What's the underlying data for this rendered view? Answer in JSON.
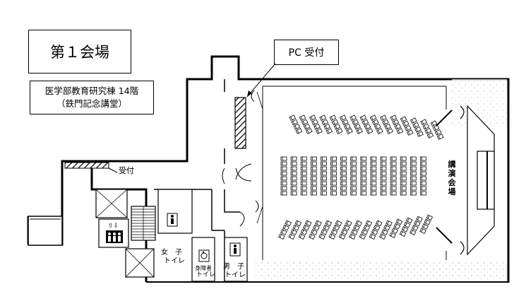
{
  "venue_title": "第１会場",
  "building_line1": "医学部教育研究棟 14階",
  "building_line2": "（鉄門記念講堂）",
  "pc_reception_label": "PC 受付",
  "reception_label": "受付",
  "stage_label": "講演会場",
  "womens_restroom_label_1": "女　子",
  "womens_restroom_label_2": "トイレ",
  "accessible_restroom_label_1": "身障者",
  "accessible_restroom_label_2": "トイレ",
  "mens_restroom_label_1": "男　子",
  "mens_restroom_label_2": "トイレ"
}
